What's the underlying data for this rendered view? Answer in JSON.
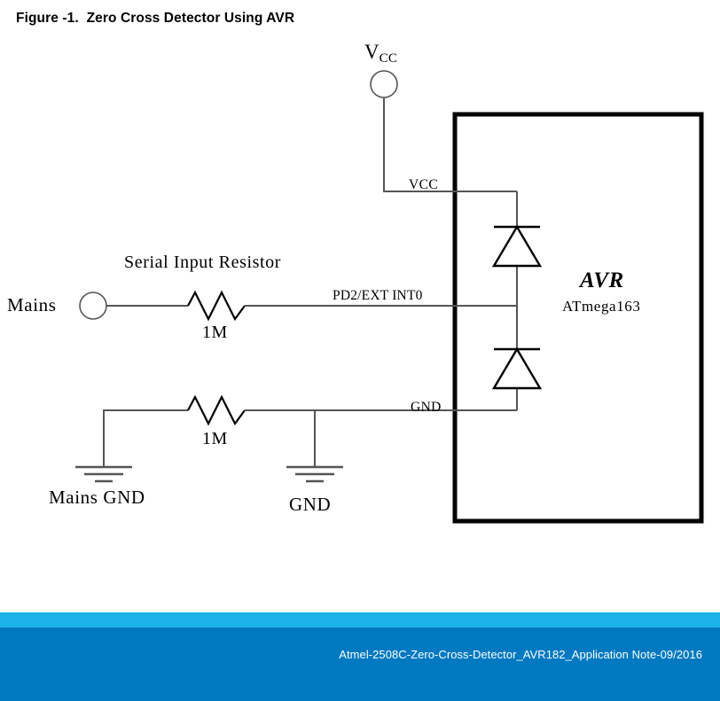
{
  "figure": {
    "title": "Figure -1.  Zero Cross Detector Using AVR"
  },
  "schematic": {
    "supply": {
      "label_main": "V",
      "label_sub": "CC",
      "terminal_icon": "circle-terminal-icon"
    },
    "input": {
      "terminal_label": "Mains",
      "terminal_icon": "circle-terminal-icon"
    },
    "components": {
      "serial_resistor_title": "Serial Input Resistor",
      "serial_resistor_value": "1M",
      "ground_resistor_value": "1M",
      "upper_diode_name": "clamp-diode-upper",
      "lower_diode_name": "clamp-diode-lower"
    },
    "grounds": {
      "mains_gnd_label": "Mains GND",
      "gnd_label": "GND"
    },
    "pins": {
      "vcc": "VCC",
      "signal": "PD2/EXT INT0",
      "gnd": "GND"
    },
    "device": {
      "name": "AVR",
      "part": "ATmega163"
    }
  },
  "footer": {
    "text": "Atmel-2508C-Zero-Cross-Detector_AVR182_Application Note-09/2016",
    "band_light_color": "#1cb4e8",
    "band_dark_color": "#0079c1",
    "text_color": "#ffffff"
  }
}
